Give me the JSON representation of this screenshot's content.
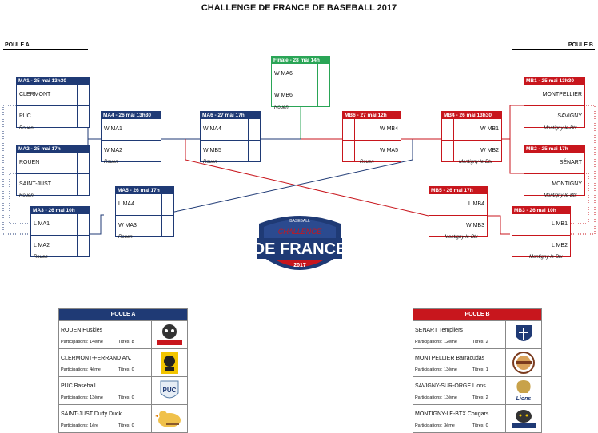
{
  "title": "CHALLENGE DE FRANCE DE BASEBALL 2017",
  "poule_a_label": "POULE A",
  "poule_b_label": "POULE B",
  "colors": {
    "pool_a": "#1f3a75",
    "pool_b": "#c8161d",
    "final": "#2aa556"
  },
  "matches": {
    "MA1": {
      "header": "MA1 - 25 mai 13h30",
      "team1": "CLERMONT",
      "team2": "PUC",
      "location": "Rouen"
    },
    "MA2": {
      "header": "MA2 - 25 mai 17h",
      "team1": "ROUEN",
      "team2": "SAINT-JUST",
      "location": "Rouen"
    },
    "MA3": {
      "header": "MA3 - 26 mai 10h",
      "team1": "L MA1",
      "team2": "L MA2",
      "location": "Rouen"
    },
    "MA4": {
      "header": "MA4 - 26 mai 13h30",
      "team1": "W MA1",
      "team2": "W MA2",
      "location": "Rouen"
    },
    "MA5": {
      "header": "MA5 - 26 mai 17h",
      "team1": "L MA4",
      "team2": "W MA3",
      "location": "Rouen"
    },
    "MA6": {
      "header": "MA6 - 27 mai 17h",
      "team1": "W MA4",
      "team2": "W MB5",
      "location": "Rouen"
    },
    "FINAL": {
      "header": "Finale - 28 mai 14h",
      "team1": "W MA6",
      "team2": "W MB6",
      "location": "Rouen"
    },
    "MB6": {
      "header": "MB6 - 27 mai 12h",
      "team1": "W MB4",
      "team2": "W MA5",
      "location": "Rouen"
    },
    "MB4": {
      "header": "MB4 - 26 mai 13h30",
      "team1": "W MB1",
      "team2": "W MB2",
      "location": "Montigny-le-Btx"
    },
    "MB5": {
      "header": "MB5 - 26 mai 17h",
      "team1": "L MB4",
      "team2": "W MB3",
      "location": "Montigny-le-Btx"
    },
    "MB1": {
      "header": "MB1 - 25 mai 13h30",
      "team1": "MONTPELLIER",
      "team2": "SAVIGNY",
      "location": "Montigny-le-Btx"
    },
    "MB2": {
      "header": "MB2 - 25 mai 17h",
      "team1": "SÉNART",
      "team2": "MONTIGNY",
      "location": "Montigny-le-Btx"
    },
    "MB3": {
      "header": "MB3 - 26 mai 10h",
      "team1": "L MB1",
      "team2": "L MB2",
      "location": "Montigny-le-Btx"
    }
  },
  "logo": {
    "top": "BASEBALL",
    "arc": "CHALLENGE",
    "main": "DE FRANCE",
    "year": "2017"
  },
  "pool_a_table": {
    "header": "POULE A",
    "teams": [
      {
        "name": "ROUEN Huskies",
        "participations": "Participations: 14ème",
        "titres": "Titres: 8",
        "icon": "huskies-logo"
      },
      {
        "name": "CLERMONT-FERRAND Arv.",
        "participations": "Participations: 4ème",
        "titres": "Titres: 0",
        "icon": "arvernes-logo"
      },
      {
        "name": "PUC Baseball",
        "participations": "Participations: 13ème",
        "titres": "Titres: 0",
        "icon": "puc-logo"
      },
      {
        "name": "SAINT-JUST Duffy Duck",
        "participations": "Participations: 1ère",
        "titres": "Titres: 0",
        "icon": "duffy-duck-logo"
      }
    ]
  },
  "pool_b_table": {
    "header": "POULE B",
    "teams": [
      {
        "name": "SENART Templiers",
        "participations": "Participations: 12ème",
        "titres": "Titres: 2",
        "icon": "templiers-logo"
      },
      {
        "name": "MONTPELLIER Barracudas",
        "participations": "Participations: 13ème",
        "titres": "Titres: 1",
        "icon": "barracudas-logo"
      },
      {
        "name": "SAVIGNY-SUR-ORGE Lions",
        "participations": "Participations: 13ème",
        "titres": "Titres: 2",
        "icon": "lions-logo"
      },
      {
        "name": "MONTIGNY-LE-BTX Cougars",
        "participations": "Participations: 3ème",
        "titres": "Titres: 0",
        "icon": "cougars-logo"
      }
    ]
  }
}
